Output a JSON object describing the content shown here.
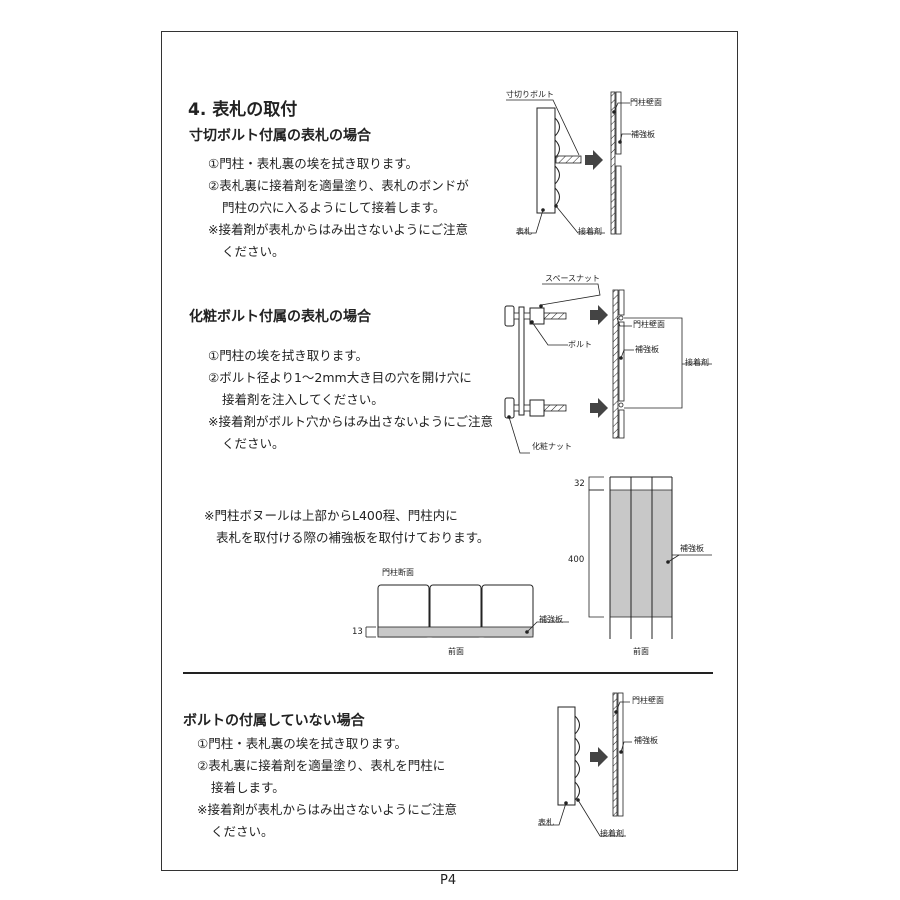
{
  "page_number": "P4",
  "section_title": "4. 表札の取付",
  "subsections": [
    {
      "heading": "寸切ボルト付属の表札の場合",
      "lines": [
        "①門柱・表札裏の埃を拭き取ります。",
        "②表札裏に接着剤を適量塗り、表札のボンドが",
        "門柱の穴に入るようにして接着します。",
        "※接着剤が表札からはみ出さないようにご注意",
        "ください。"
      ],
      "labels": {
        "bolt": "寸切りボルト",
        "wall": "門柱壁面",
        "plate": "補強板",
        "nameplate": "表札",
        "adhesive": "接着剤"
      }
    },
    {
      "heading": "化粧ボルト付属の表札の場合",
      "lines": [
        "①門柱の埃を拭き取ります。",
        "②ボルト径より1～2mm大き目の穴を開け穴に",
        "接着剤を注入してください。",
        "※接着剤がボルト穴からはみ出さないようにご注意",
        "ください。"
      ],
      "labels": {
        "spacer_nut": "スペースナット",
        "bolt": "ボルト",
        "wall": "門柱壁面",
        "plate": "補強板",
        "adhesive": "接着剤",
        "cosmetic_nut": "化粧ナット"
      }
    }
  ],
  "note": {
    "lines": [
      "※門柱ボヌールは上部からL400程、門柱内に",
      "表札を取付ける際の補強板を取付けております。"
    ],
    "section_diagram": {
      "title": "門柱断面",
      "plate": "補強板",
      "dim": "13",
      "caption": "前面"
    },
    "front_diagram": {
      "dim_top": "32",
      "dim_height": "400",
      "plate": "補強板",
      "caption": "前面"
    }
  },
  "no_bolt": {
    "heading": "ボルトの付属していない場合",
    "lines": [
      "①門柱・表札裏の埃を拭き取ります。",
      "②表札裏に接着剤を適量塗り、表札を門柱に",
      "接着します。",
      "※接着剤が表札からはみ出さないようにご注意",
      "ください。"
    ],
    "labels": {
      "wall": "門柱壁面",
      "plate": "補強板",
      "nameplate": "表札",
      "adhesive": "接着剤"
    }
  },
  "colors": {
    "line": "#222222",
    "fill_gray": "#c8c8c8"
  }
}
